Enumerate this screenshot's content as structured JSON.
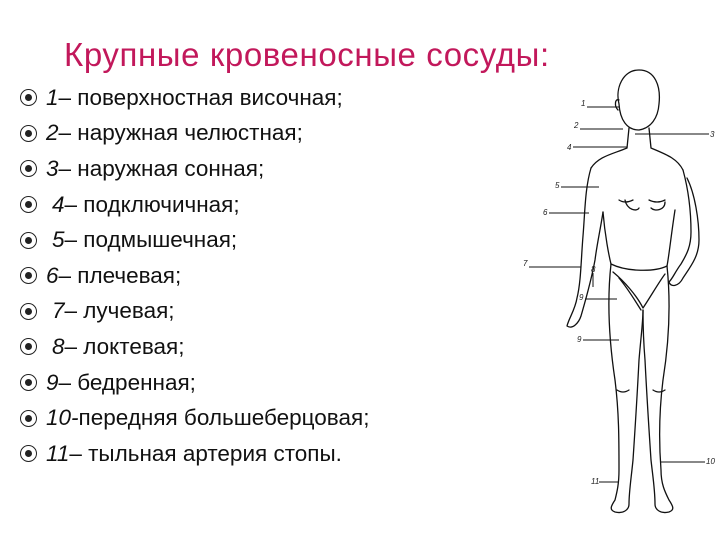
{
  "title": "Крупные кровеносные сосуды:",
  "items": [
    {
      "num": "1",
      "text": " – поверхностная височная;"
    },
    {
      "num": "2",
      "text": " – наружная челюстная;"
    },
    {
      "num": "3",
      "text": " – наружная сонная;"
    },
    {
      "num": "4",
      "text": " – подключичная;"
    },
    {
      "num": "5",
      "text": " – подмышечная;"
    },
    {
      "num": "6",
      "text": " – плечевая;"
    },
    {
      "num": "7",
      "text": " – лучевая;"
    },
    {
      "num": "8",
      "text": " – локтевая;"
    },
    {
      "num": "9",
      "text": " – бедренная;"
    },
    {
      "num": "10-",
      "text": " передняя большеберцовая;"
    },
    {
      "num": "11",
      "text": " – тыльная артерия стопы."
    }
  ],
  "figure_labels": [
    "1",
    "2",
    "3",
    "4",
    "5",
    "6",
    "7",
    "8",
    "9",
    "9",
    "10",
    "11"
  ]
}
